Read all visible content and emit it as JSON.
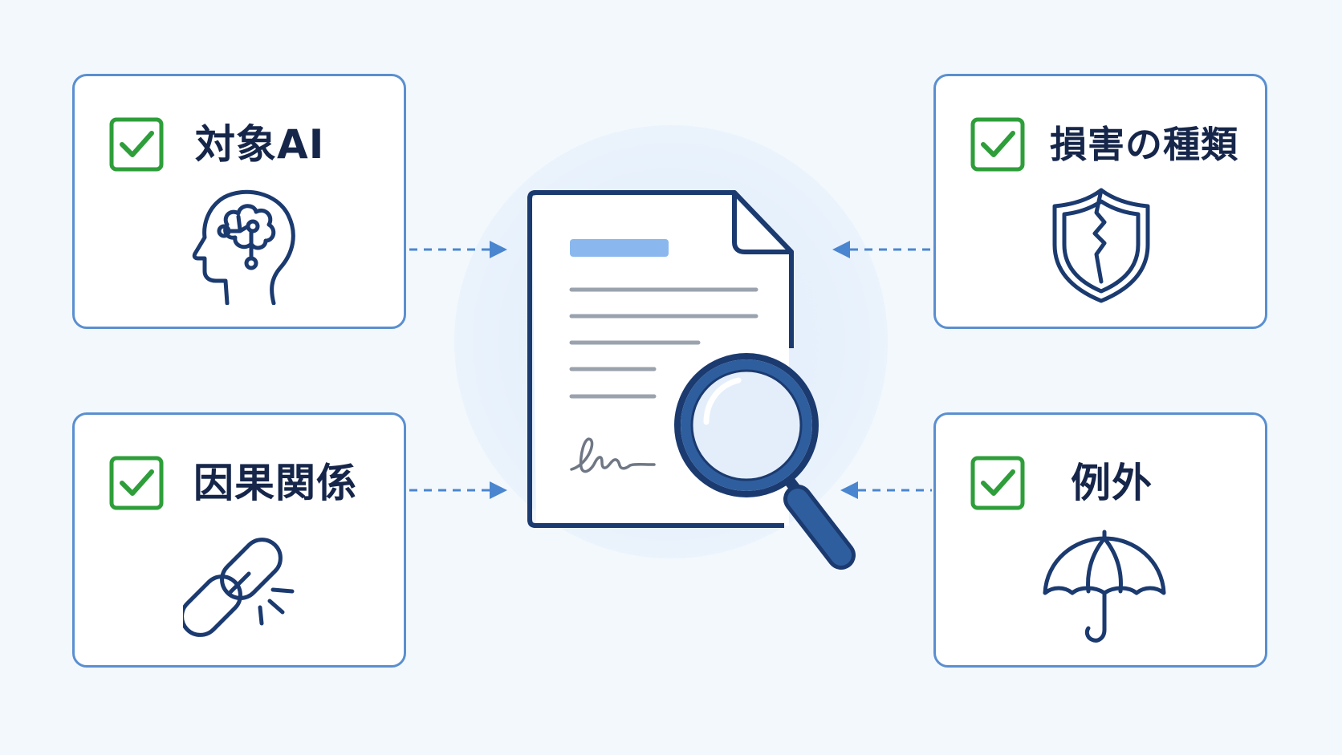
{
  "colors": {
    "background": "#f3f8fd",
    "card_border": "#5a8fd0",
    "check_green": "#2e9e3a",
    "navy": "#1b3a6f",
    "arrow": "#4a86cf",
    "highlight": "#8ab8ee"
  },
  "cards": [
    {
      "label": "対象AI",
      "icon": "ai-head-icon"
    },
    {
      "label": "因果関係",
      "icon": "broken-link-icon"
    },
    {
      "label": "損害の種類",
      "icon": "cracked-shield-icon"
    },
    {
      "label": "例外",
      "icon": "umbrella-icon"
    }
  ],
  "center": {
    "icon": "contract-document-magnifier-icon"
  }
}
